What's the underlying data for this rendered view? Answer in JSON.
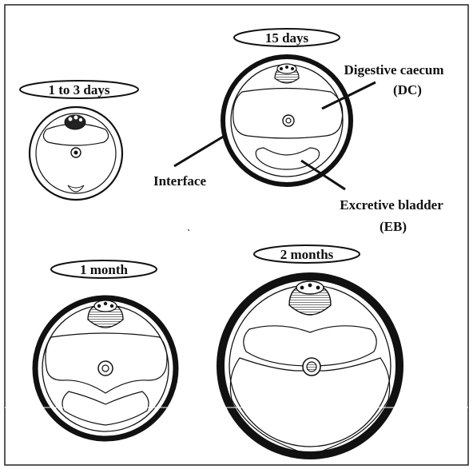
{
  "stages": [
    {
      "id": "stage-1-3-days",
      "label": "1 to 3 days"
    },
    {
      "id": "stage-15-days",
      "label": "15 days"
    },
    {
      "id": "stage-1-month",
      "label": "1 month"
    },
    {
      "id": "stage-2-months",
      "label": "2 months"
    }
  ],
  "annotations": {
    "digestive_caecum_line1": "Digestive caecum",
    "digestive_caecum_line2": "(DC)",
    "interface": "Interface",
    "excretive_bladder_line1": "Excretive bladder",
    "excretive_bladder_line2": "(EB)"
  }
}
